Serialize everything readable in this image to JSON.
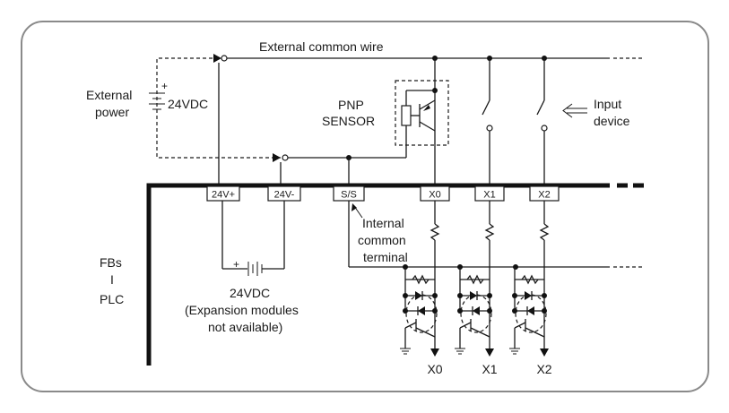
{
  "labels": {
    "external_common_wire": "External common wire",
    "external_power_line1": "External",
    "external_power_line2": "power",
    "external_power_voltage": "24VDC",
    "sensor_line1": "PNP",
    "sensor_line2": "SENSOR",
    "input_device_line1": "Input",
    "input_device_line2": "device",
    "internal_common_line1": "Internal",
    "internal_common_line2": "common",
    "internal_common_line3": "terminal",
    "plc_line1": "FBs",
    "plc_line2": "I",
    "plc_line3": "PLC",
    "internal_supply_voltage": "24VDC",
    "internal_supply_note1": "(Expansion modules",
    "internal_supply_note2": "not available)",
    "plus_sign": "+"
  },
  "terminals": [
    "24V+",
    "24V-",
    "S/S",
    "X0",
    "X1",
    "X2"
  ],
  "outputs": [
    "X0",
    "X1",
    "X2"
  ]
}
